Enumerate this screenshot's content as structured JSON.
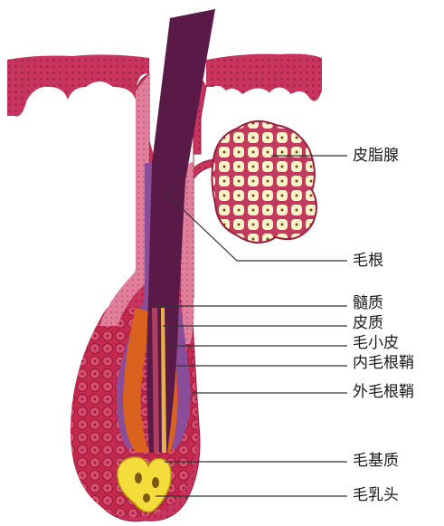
{
  "labels": {
    "sebaceous_gland": "皮脂腺",
    "hair_root": "毛根",
    "medulla": "髓质",
    "cortex": "皮质",
    "cuticle": "毛小皮",
    "inner_root_sheath": "内毛根鞘",
    "outer_root_sheath": "外毛根鞘",
    "hair_matrix": "毛基质",
    "dermal_papilla": "毛乳头"
  },
  "colors": {
    "epidermis": "#c8345e",
    "epidermis_light": "#e486a2",
    "hair_shaft": "#5a1a48",
    "inner_sheath": "#8a4d9a",
    "bulb_orange": "#d9621e",
    "papilla": "#f4dc3a",
    "gland_cell": "#fbf3c8",
    "leader_line": "#333333"
  }
}
